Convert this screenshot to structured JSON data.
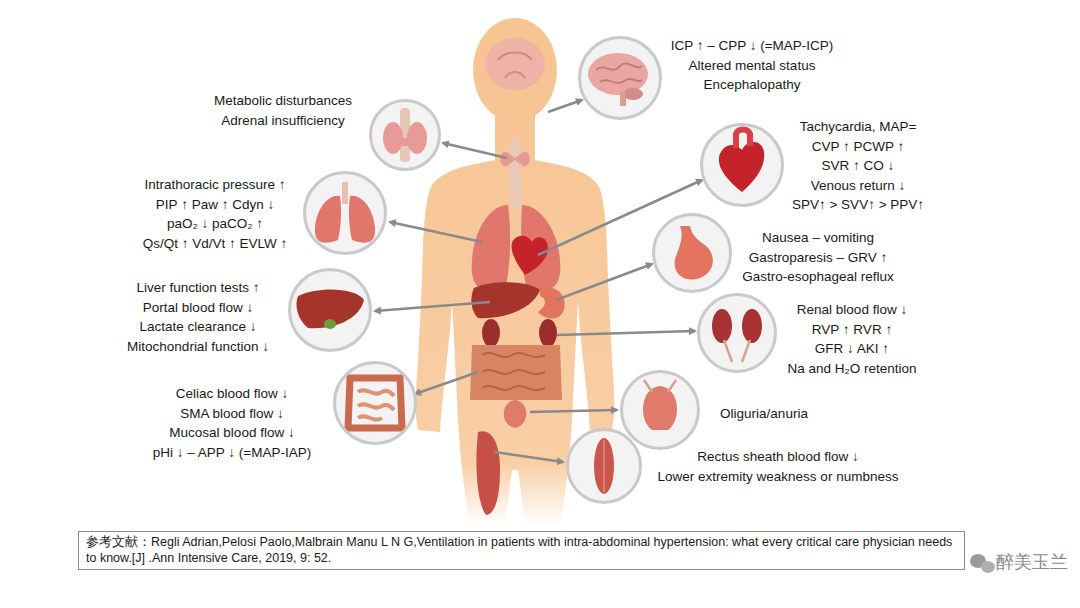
{
  "diagram": {
    "nodes": [
      {
        "text": [
          "ICP ↑ – CPP ↓ (=MAP-ICP)",
          "Altered mental status",
          "Encephalopathy"
        ]
      },
      {
        "text": [
          "Metabolic disturbances",
          "Adrenal insufficiency"
        ]
      },
      {
        "text": [
          "Tachycardia, MAP=",
          "CVP ↑ PCWP ↑",
          "SVR ↑ CO ↓",
          "Venous return ↓",
          "SPV↑ > SVV↑ > PPV↑"
        ]
      },
      {
        "text": [
          "Intrathoracic pressure ↑",
          "PIP ↑ Paw ↑ Cdyn ↓",
          "paO₂ ↓ paCO₂ ↑",
          "Qs/Qt ↑ Vd/Vt ↑ EVLW ↑"
        ]
      },
      {
        "text": [
          "Nausea – vomiting",
          "Gastroparesis – GRV ↑",
          "Gastro-esophageal reflux"
        ]
      },
      {
        "text": [
          "Liver function tests ↑",
          "Portal blood flow ↓",
          "Lactate clearance ↓",
          "Mitochondrial function ↓"
        ]
      },
      {
        "text": [
          "Renal blood flow ↓",
          "RVP ↑ RVR ↑",
          "GFR ↓ AKI ↑",
          "Na and H₂O retention"
        ]
      },
      {
        "text": [
          "Celiac blood flow ↓",
          "SMA blood flow ↓",
          "Mucosal blood flow ↓",
          "pHi ↓ – APP ↓ (=MAP-IAP)"
        ]
      },
      {
        "text": [
          "Oliguria/anuria"
        ]
      },
      {
        "text": [
          "Rectus sheath blood flow ↓",
          "Lower extremity weakness or numbness"
        ]
      },
      {
        "text": [
          "参考文献：Regli Adrian,Pelosi Paolo,Malbrain Manu L N G,Ventilation in patients with intra-abdominal hypertension: what every critical care physician needs to know.[J] .Ann Intensive Care, 2019, 9: 52."
        ]
      }
    ],
    "labels": [
      "醉美玉兰"
    ]
  }
}
